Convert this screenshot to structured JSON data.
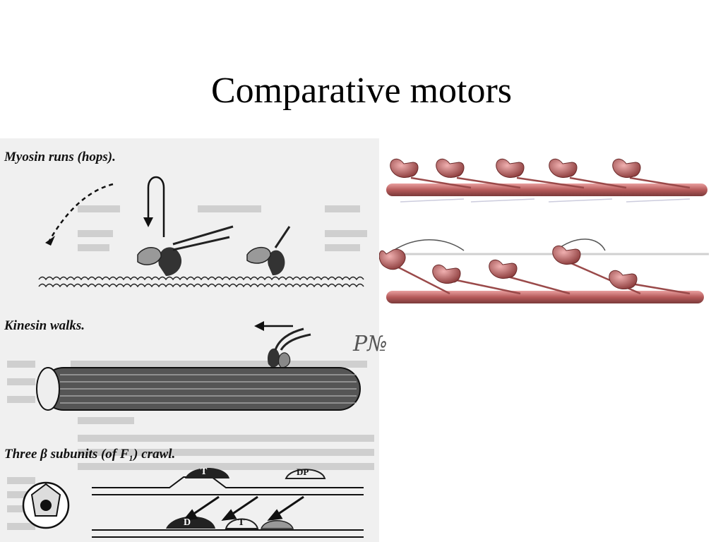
{
  "slide": {
    "title": "Comparative motors"
  },
  "left_figure": {
    "myosin_label": "Myosin runs (hops).",
    "kinesin_label": "Kinesin walks.",
    "f1_label": "Three β subunits (of F₁) crawl.",
    "nucleotide_T": "T",
    "nucleotide_D": "D",
    "nucleotide_DP": "DP"
  },
  "handwriting": {
    "text": "P№"
  }
}
